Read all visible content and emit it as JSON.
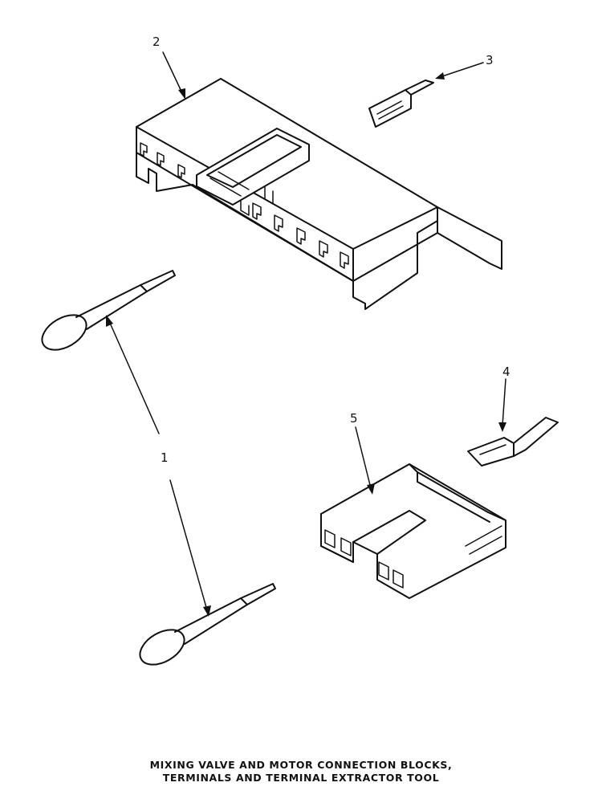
{
  "callouts": {
    "c1": "1",
    "c2": "2",
    "c3": "3",
    "c4": "4",
    "c5": "5"
  },
  "caption": {
    "line1": "MIXING VALVE AND MOTOR CONNECTION BLOCKS,",
    "line2": "TERMINALS AND TERMINAL EXTRACTOR TOOL"
  }
}
